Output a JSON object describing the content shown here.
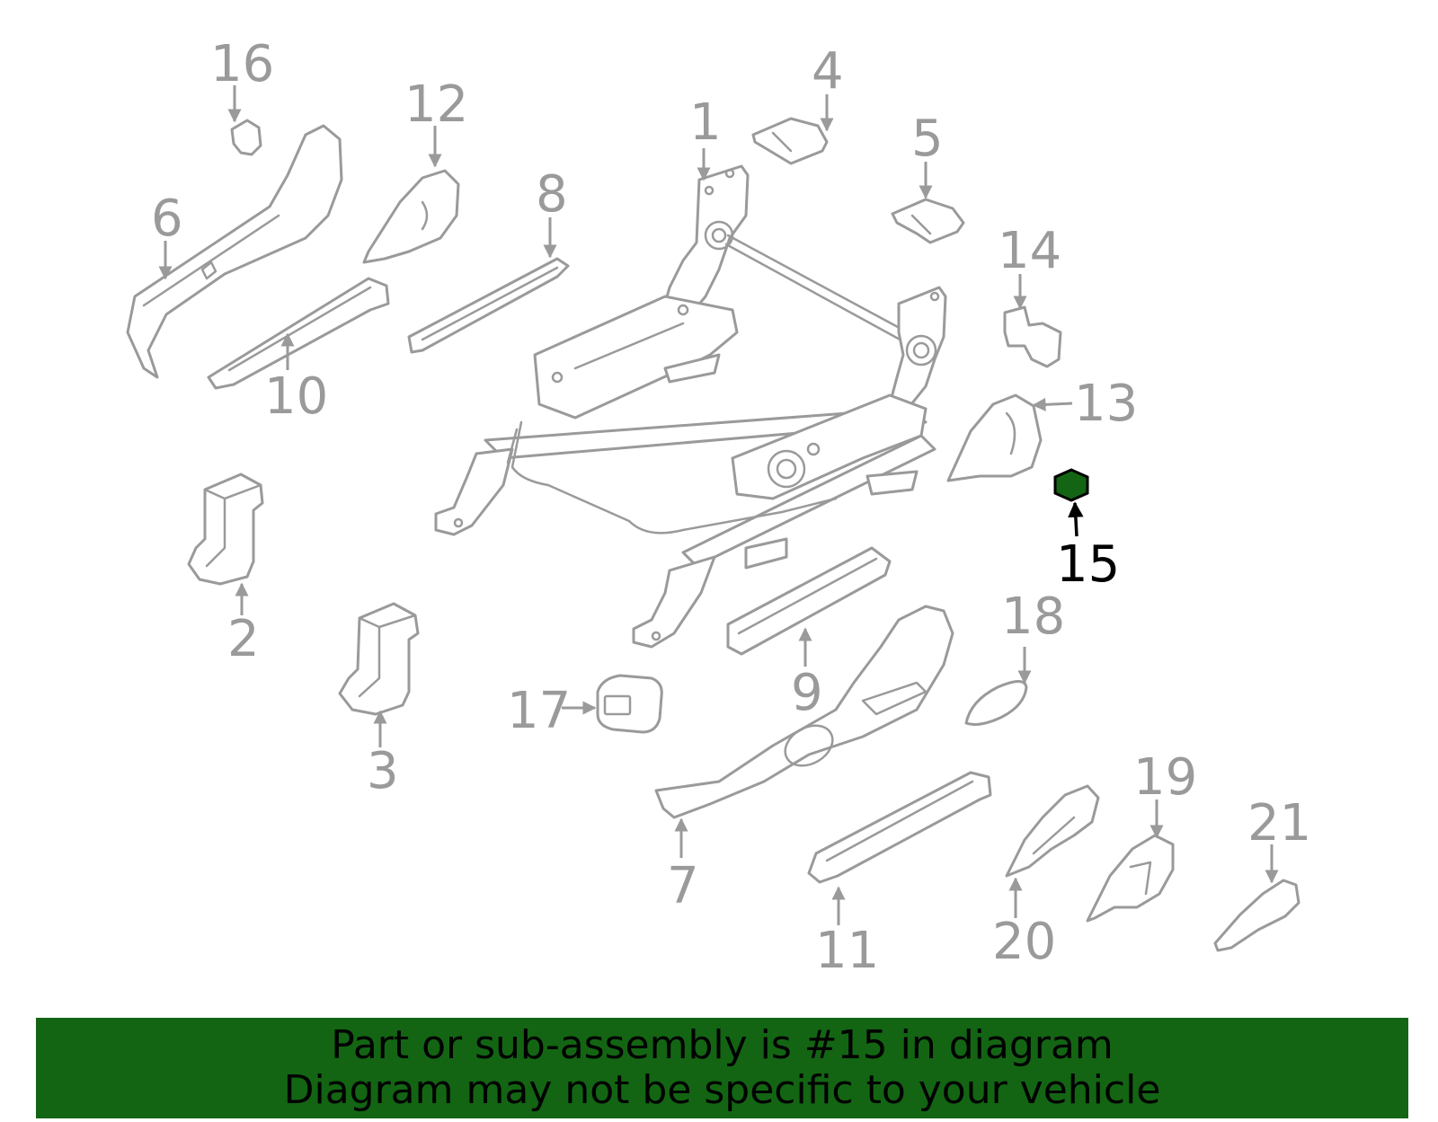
{
  "diagram": {
    "highlighted_part": "15",
    "highlight_color": "#136513",
    "callouts": [
      "1",
      "2",
      "3",
      "4",
      "5",
      "6",
      "7",
      "8",
      "9",
      "10",
      "11",
      "12",
      "13",
      "14",
      "15",
      "16",
      "17",
      "18",
      "19",
      "20",
      "21"
    ]
  },
  "banner": {
    "line1": "Part or sub-assembly is #15 in diagram",
    "line2": "Diagram may not be specific to your vehicle",
    "background": "#136513"
  }
}
